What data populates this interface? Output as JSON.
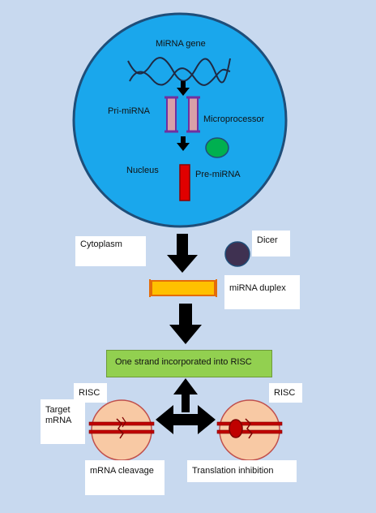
{
  "nucleus": {
    "gene_label": "MiRNA gene",
    "pri_mirna_label": "Pri-miRNA",
    "microprocessor_label": "Microprocessor",
    "nucleus_label": "Nucleus",
    "pre_mirna_label": "Pre-miRNA"
  },
  "cytoplasm": {
    "cytoplasm_label": "Cytoplasm",
    "dicer_label": "Dicer",
    "duplex_label": "miRNA duplex"
  },
  "risc": {
    "incorporation_label": "One strand incorporated into RISC",
    "risc_left_label": "RISC",
    "risc_right_label": "RISC",
    "target_label_line1": "Target",
    "target_label_line2": "mRNA",
    "cleavage_label": "mRNA cleavage",
    "inhibition_label": "Translation inhibition"
  },
  "colors": {
    "background": "#c8d9ef",
    "nucleus_fill": "#1aa7ec",
    "nucleus_stroke": "#1f4e79",
    "pri_mirna_fill": "#d9a0a8",
    "pri_mirna_stroke": "#7030a0",
    "microprocessor_fill": "#00b050",
    "pre_mirna_fill": "#e00000",
    "dicer_fill": "#3f3151",
    "duplex_fill": "#ffc000",
    "duplex_stroke": "#e46c0a",
    "risc_box_fill": "#92d050",
    "risc_complex_fill": "#f8c9a4",
    "mrna_fill": "#c00000"
  }
}
